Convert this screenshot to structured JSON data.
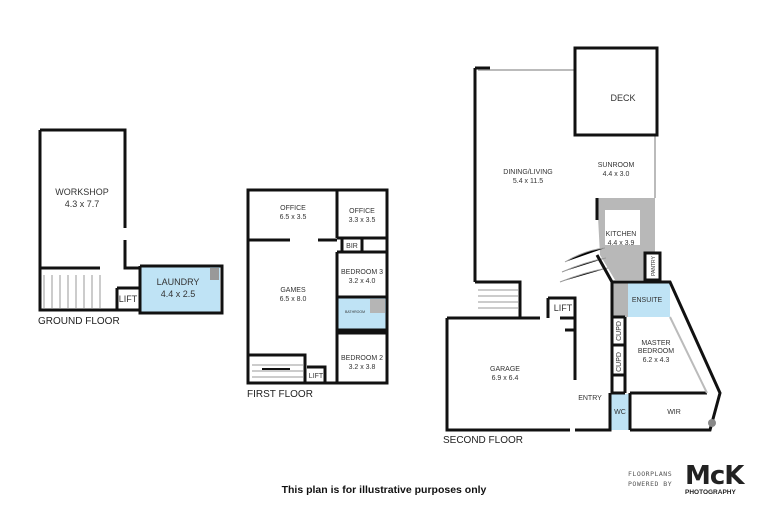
{
  "floors": {
    "ground": {
      "label": "GROUND FLOOR",
      "rooms": {
        "workshop": {
          "name": "WORKSHOP",
          "size": "4.3 x 7.7"
        },
        "laundry": {
          "name": "LAUNDRY",
          "size": "4.4 x 2.5"
        },
        "lift": {
          "name": "LIFT"
        }
      }
    },
    "first": {
      "label": "FIRST FLOOR",
      "rooms": {
        "office1": {
          "name": "OFFICE",
          "size": "6.5 x 3.5"
        },
        "office2": {
          "name": "OFFICE",
          "size": "3.3 x 3.5"
        },
        "bir": {
          "name": "BIR"
        },
        "bedroom3": {
          "name": "BEDROOM 3",
          "size": "3.2 x 4.0"
        },
        "bathroom": {
          "name": "BATHROOM"
        },
        "games": {
          "name": "GAMES",
          "size": "6.5 x 8.0"
        },
        "bedroom2": {
          "name": "BEDROOM 2",
          "size": "3.2 x 3.8"
        },
        "lift": {
          "name": "LIFT"
        }
      }
    },
    "second": {
      "label": "SECOND FLOOR",
      "rooms": {
        "deck": {
          "name": "DECK"
        },
        "dining": {
          "name": "DINING/LIVING",
          "size": "5.4 x 11.5"
        },
        "sunroom": {
          "name": "SUNROOM",
          "size": "4.4 x 3.0"
        },
        "kitchen": {
          "name": "KITCHEN",
          "size": "4.4 x 3.9"
        },
        "pantry": {
          "name": "PANTRY"
        },
        "lift": {
          "name": "LIFT"
        },
        "ensuite": {
          "name": "ENSUITE"
        },
        "cupd1": {
          "name": "CUPD"
        },
        "cupd2": {
          "name": "CUPD"
        },
        "master": {
          "name": "MASTER",
          "name2": "BEDROOM",
          "size": "6.2 x 4.3"
        },
        "garage": {
          "name": "Garage",
          "size": "6.9 x 6.4"
        },
        "entry": {
          "name": "ENTRY"
        },
        "wc": {
          "name": "WC"
        },
        "wir": {
          "name": "WIR"
        }
      }
    }
  },
  "footer": "This plan is for illustrative purposes only",
  "logo": {
    "line1": "FLOORPLANS",
    "line2": "POWERED BY",
    "brand": "McK",
    "sub": "PHOTOGRAPHY"
  },
  "colors": {
    "wet_area": "#bfe3f5",
    "fixture": "#b5b5b5",
    "wall": "#111111"
  }
}
